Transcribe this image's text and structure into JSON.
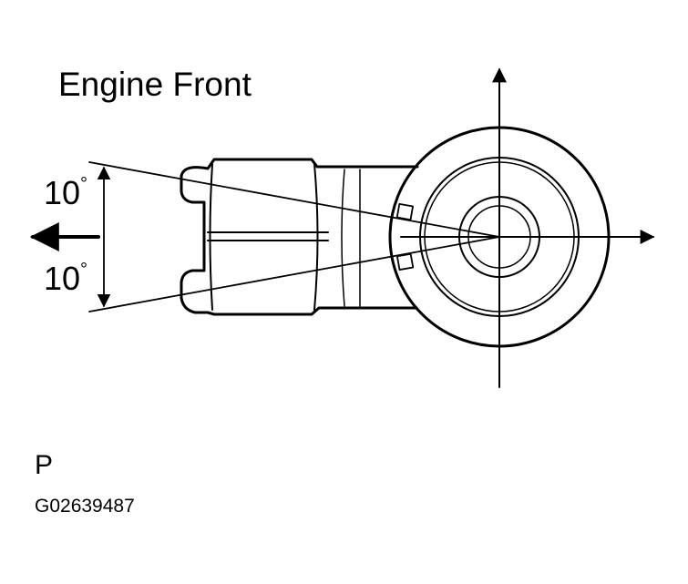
{
  "title": "Engine Front",
  "angles": {
    "upper": "10",
    "lower": "10",
    "unit": "°"
  },
  "view_label": "P",
  "figure_id": "G02639487",
  "colors": {
    "ink": "#000000",
    "background": "#ffffff"
  }
}
